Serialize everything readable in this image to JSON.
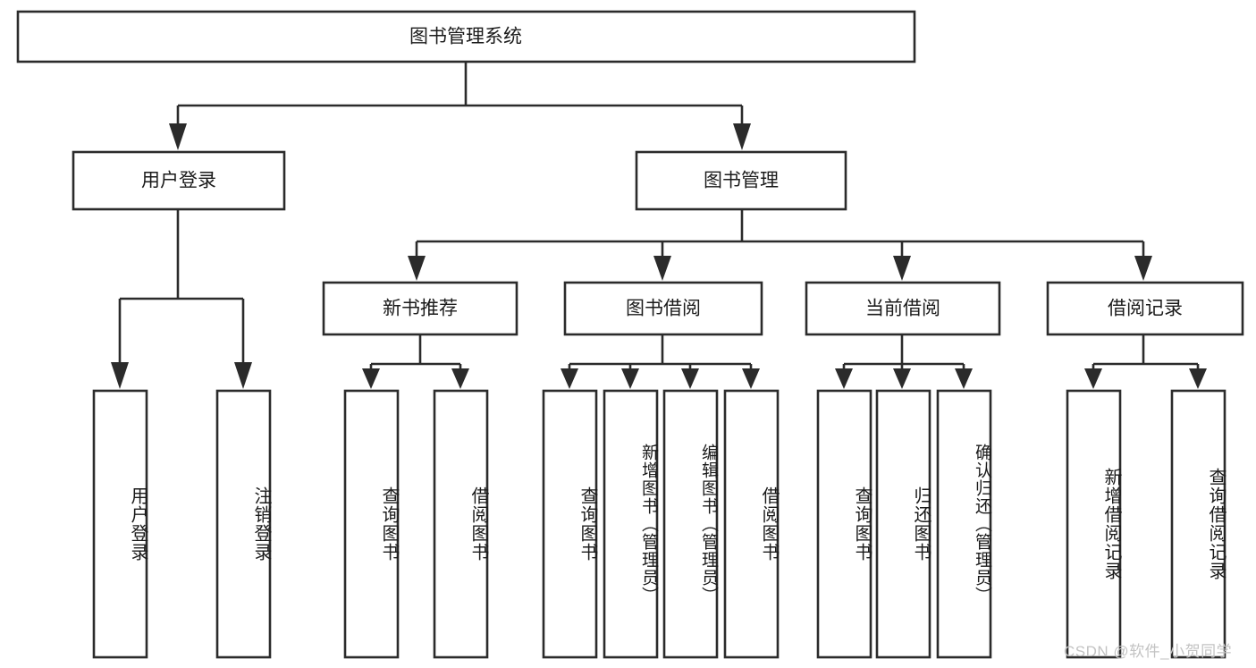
{
  "diagram": {
    "title": "图书管理系统",
    "type": "tree",
    "orientation": "top-down",
    "colors": {
      "box_stroke": "#2b2b2b",
      "box_fill": "#ffffff",
      "text": "#1b1b1b",
      "connector": "#2b2b2b",
      "watermark": "#c3c3c3",
      "background": "#ffffff"
    },
    "root": {
      "label": "图书管理系统"
    },
    "level2": [
      {
        "label": "用户登录"
      },
      {
        "label": "图书管理"
      }
    ],
    "level3": [
      {
        "label": "新书推荐"
      },
      {
        "label": "图书借阅"
      },
      {
        "label": "当前借阅"
      },
      {
        "label": "借阅记录"
      }
    ],
    "leaves": {
      "user_login": [
        {
          "label": "用户登录"
        },
        {
          "label": "注销登录"
        }
      ],
      "new_book_recommend": [
        {
          "label": "查询图书"
        },
        {
          "label": "借阅图书"
        }
      ],
      "book_borrow": [
        {
          "label": "查询图书"
        },
        {
          "label": "新增图书（管理员）"
        },
        {
          "label": "编辑图书（管理员）"
        },
        {
          "label": "借阅图书"
        }
      ],
      "current_borrow": [
        {
          "label": "查询图书"
        },
        {
          "label": "归还图书"
        },
        {
          "label": "确认归还（管理员）"
        }
      ],
      "borrow_record": [
        {
          "label": "新增借阅记录"
        },
        {
          "label": "查询借阅记录"
        }
      ]
    }
  },
  "watermark": {
    "text": "CSDN @软件_小贺同学"
  }
}
